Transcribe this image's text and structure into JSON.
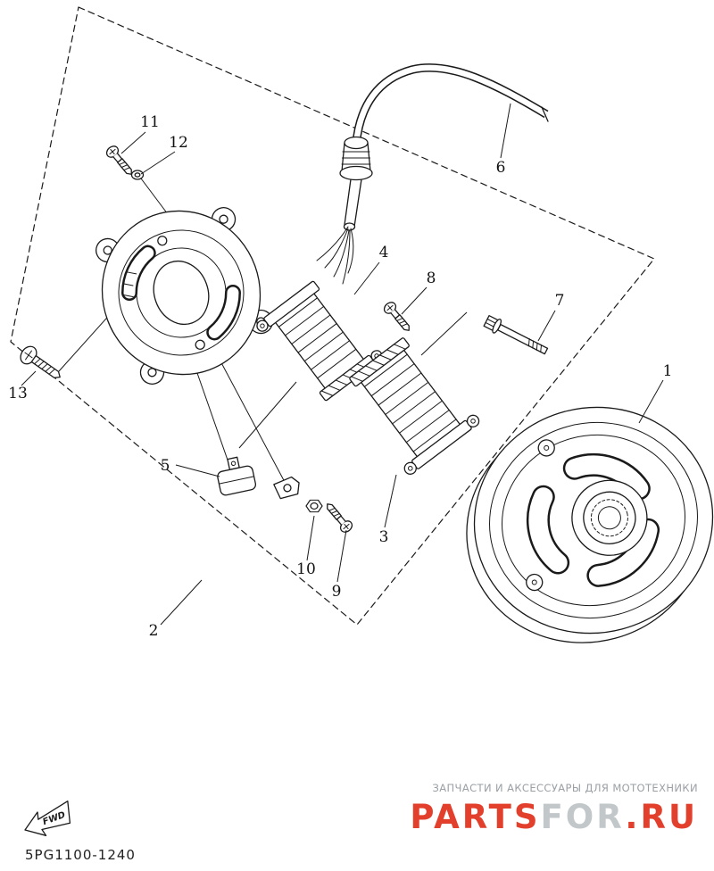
{
  "diagram": {
    "line_color": "#1a1a1a",
    "drawing_number": "5PG1100-1240",
    "fwd_label": "FWD",
    "callouts": [
      {
        "number": "1"
      },
      {
        "number": "2"
      },
      {
        "number": "3"
      },
      {
        "number": "4"
      },
      {
        "number": "5"
      },
      {
        "number": "6"
      },
      {
        "number": "7"
      },
      {
        "number": "8"
      },
      {
        "number": "9"
      },
      {
        "number": "10"
      },
      {
        "number": "11"
      },
      {
        "number": "12"
      },
      {
        "number": "13"
      }
    ]
  },
  "watermark": {
    "tagline": "ЗАПЧАСТИ И АКСЕССУАРЫ ДЛЯ МОТОТЕХНИКИ",
    "tagline_color": "#9aa0a5",
    "logo_text": "PARTSFOR.RU",
    "logo_segments": [
      {
        "text": "PARTS",
        "color": "#e2402d"
      },
      {
        "text": "FOR",
        "color": "#c2c7ca"
      },
      {
        "text": ".RU",
        "color": "#e2402d"
      }
    ]
  }
}
